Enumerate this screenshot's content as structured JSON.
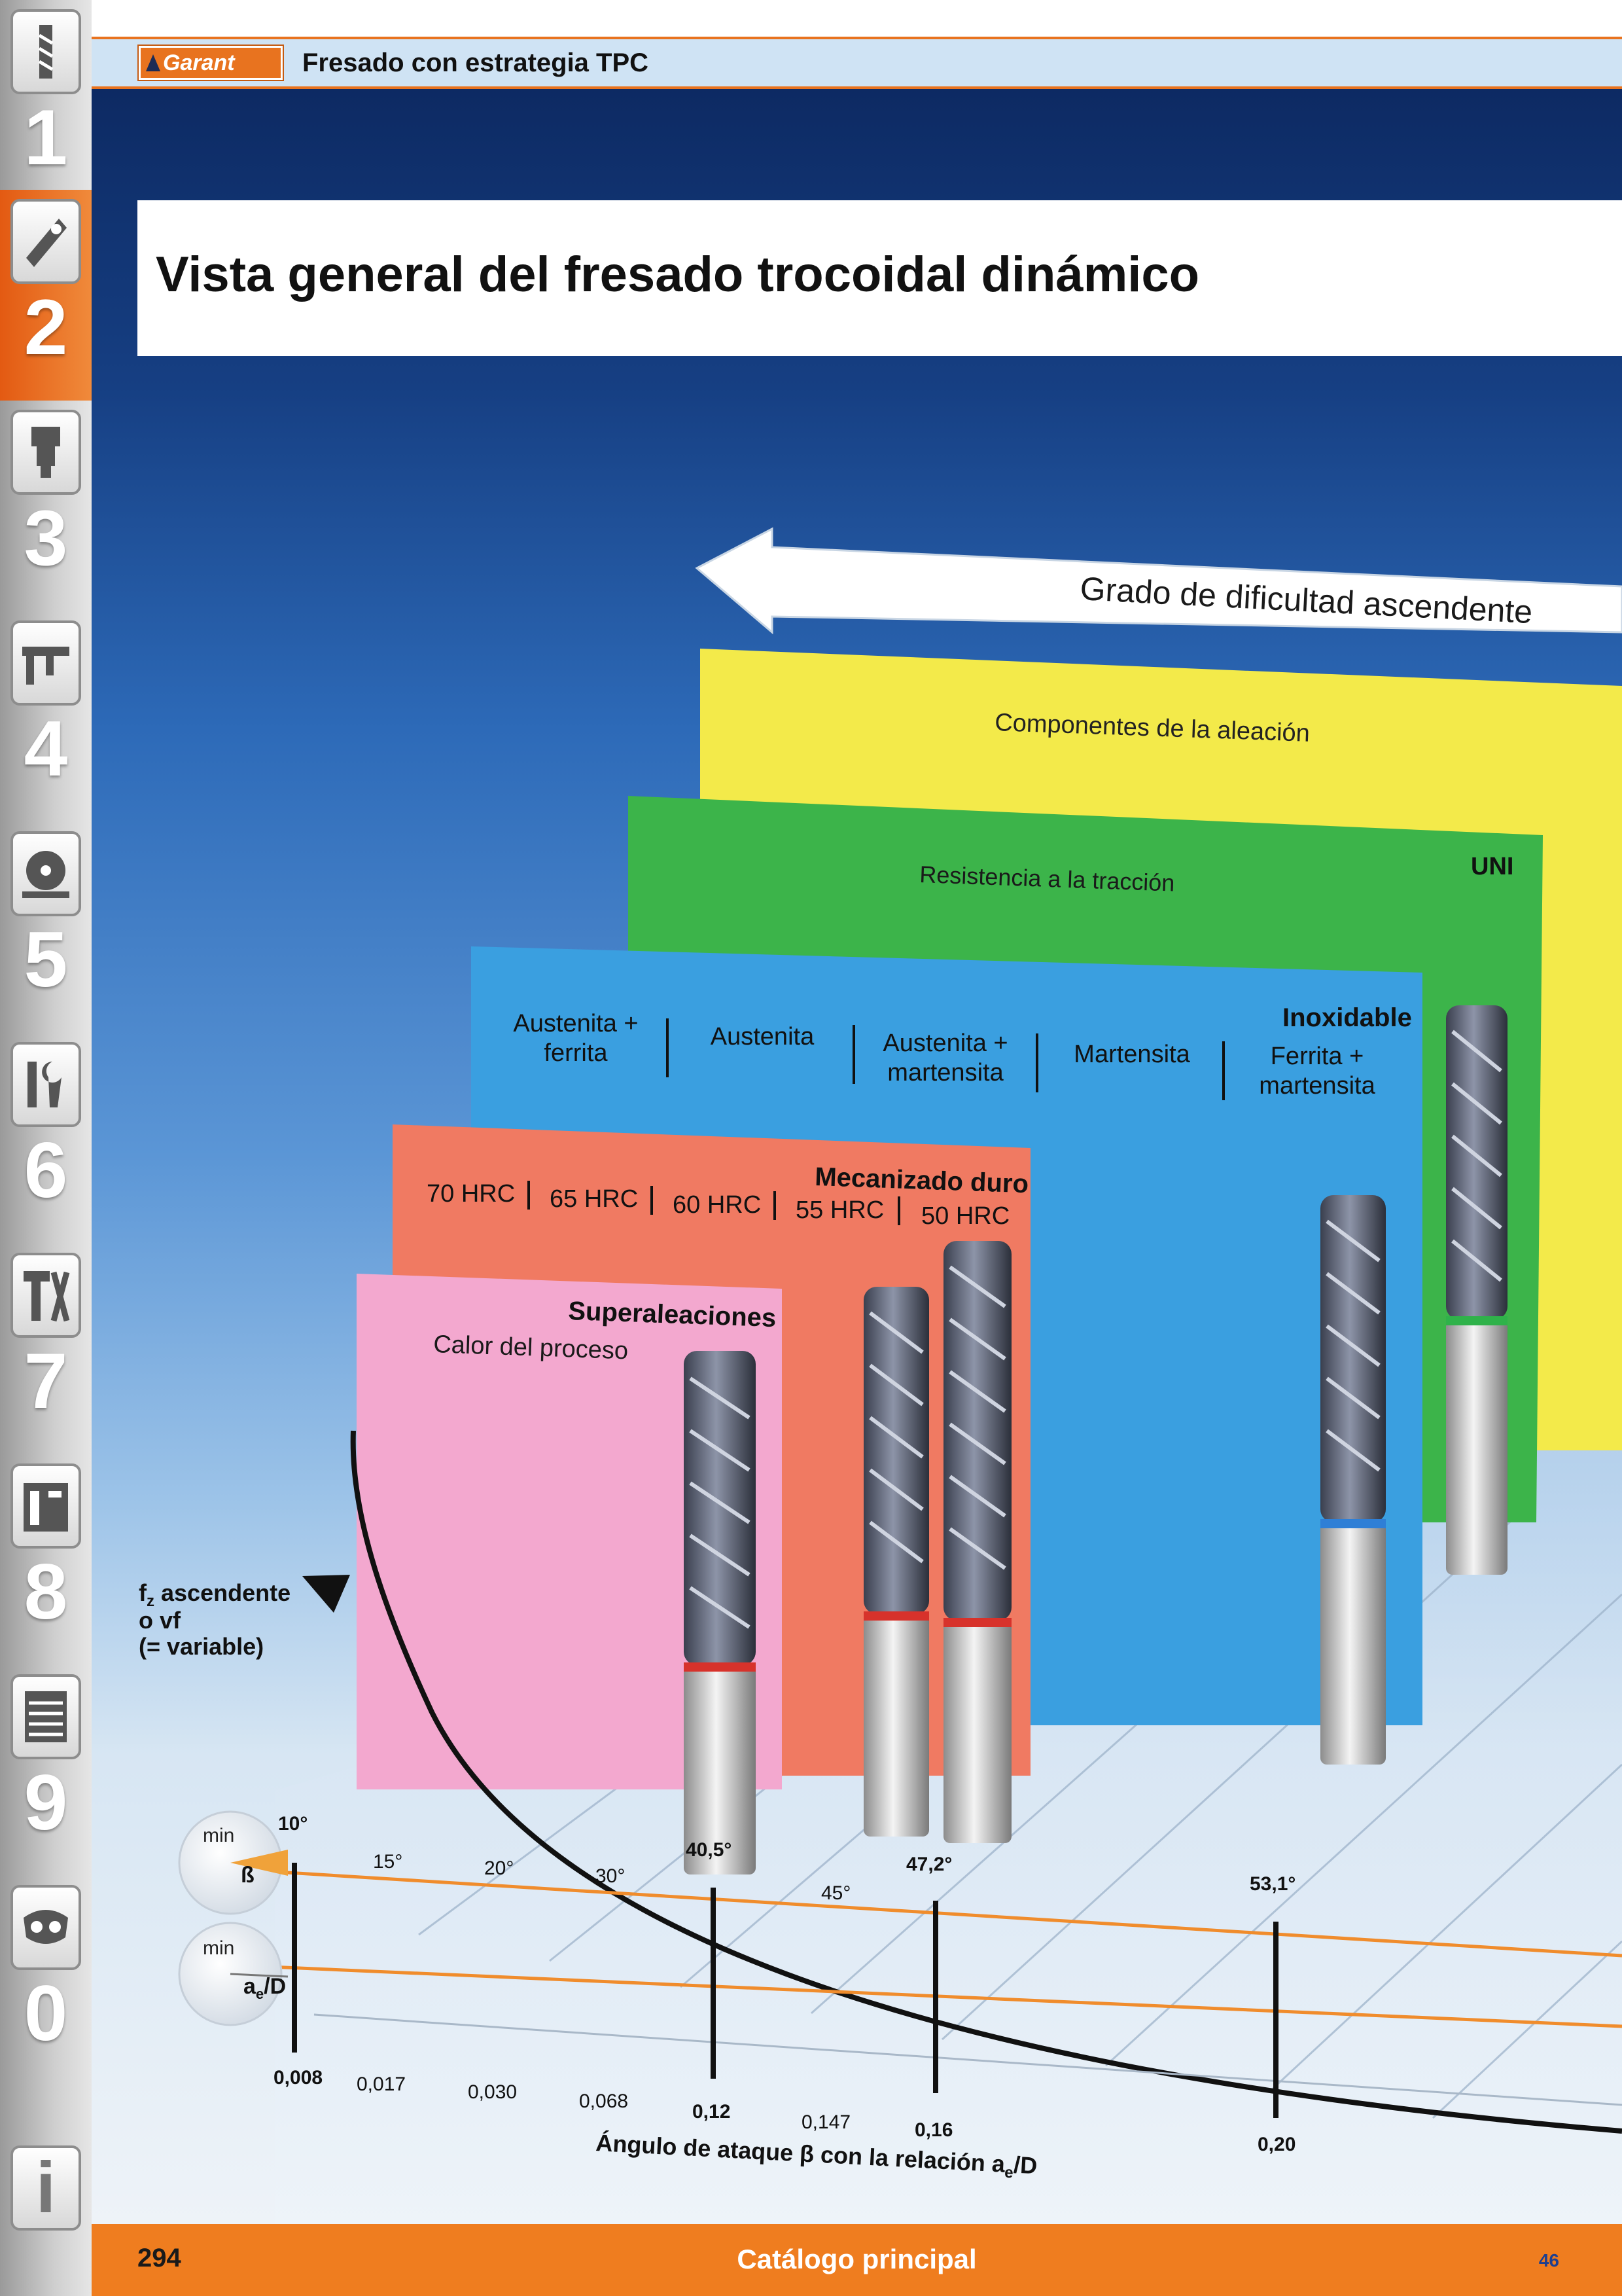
{
  "header": {
    "logo_text": "Garant",
    "section_title": "Fresado con estrategia TPC"
  },
  "page_title": "Vista general del fresado trocoidal dinámico",
  "difficulty_arrow": "Grado de dificultad ascendente",
  "panels": {
    "alloy": {
      "label": "Componentes de la aleación"
    },
    "uni": {
      "label": "Resistencia a la tracción",
      "heading": "UNI"
    },
    "inox": {
      "heading": "Inoxidable",
      "materials": [
        "Austenita +",
        "ferrita",
        "Austenita",
        "Austenita +",
        "martensita",
        "Martensita",
        "Ferrita +",
        "martensita"
      ]
    },
    "hard": {
      "heading": "Mecanizado duro",
      "hrc": [
        "70 HRC",
        "65 HRC",
        "60 HRC",
        "55 HRC",
        "50 HRC"
      ]
    },
    "super": {
      "heading": "Superaleaciones",
      "label": "Calor del proceso"
    }
  },
  "feed_label": [
    "f",
    "z",
    " ascendente",
    "o vf",
    "(= variable)"
  ],
  "gauges": {
    "beta": {
      "min": "min",
      "symbol": "ß"
    },
    "ae": {
      "min": "min",
      "symbol": "a",
      "sub": "e",
      "suffix": "/D"
    }
  },
  "angles": [
    "10°",
    "15°",
    "20°",
    "30°",
    "40,5°",
    "45°",
    "47,2°",
    "53,1°"
  ],
  "ratios": [
    "0,008",
    "0,017",
    "0,030",
    "0,068",
    "0,12",
    "0,147",
    "0,16",
    "0,20"
  ],
  "axis_label": {
    "text": "Ángulo de ataque β con la relación a",
    "sub": "e",
    "suffix": "/D"
  },
  "rail_numbers": [
    "1",
    "2",
    "3",
    "4",
    "5",
    "6",
    "7",
    "8",
    "9",
    "0",
    "i"
  ],
  "footer": {
    "page": "294",
    "catalog": "Catálogo principal",
    "number": "46"
  },
  "colors": {
    "accent": "#e8731f",
    "alloy_panel": "#f3ea4a",
    "uni_panel": "#3cb44a",
    "inox_panel": "#3a9fe0",
    "hard_panel": "#f07a62",
    "super_panel": "#f3a8cf"
  }
}
